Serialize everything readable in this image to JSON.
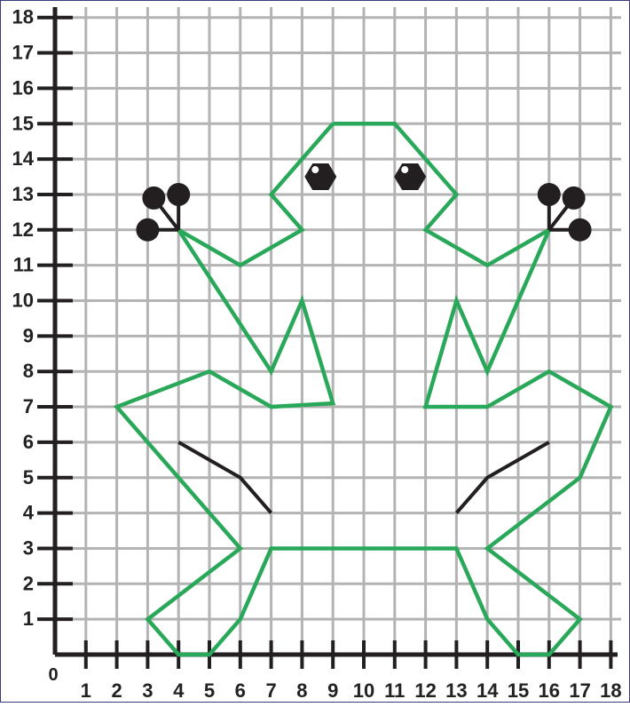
{
  "chart_data": {
    "type": "coordinate-grid-picture",
    "xlim": [
      0,
      18
    ],
    "ylim": [
      0,
      18
    ],
    "origin_label": "0",
    "x_ticks": [
      "1",
      "2",
      "3",
      "4",
      "5",
      "6",
      "7",
      "8",
      "9",
      "10",
      "11",
      "12",
      "13",
      "14",
      "15",
      "16",
      "17",
      "18"
    ],
    "y_ticks": [
      "1",
      "2",
      "3",
      "4",
      "5",
      "6",
      "7",
      "8",
      "9",
      "10",
      "11",
      "12",
      "13",
      "14",
      "15",
      "16",
      "17",
      "18"
    ],
    "colors": {
      "grid": "#b3b3b3",
      "axis": "#231f20",
      "outline": "#2aa85a",
      "detail": "#231f20"
    },
    "body_outline": [
      [
        9,
        15
      ],
      [
        11,
        15
      ],
      [
        13,
        13
      ],
      [
        12,
        12
      ],
      [
        14,
        11
      ],
      [
        16,
        12
      ],
      [
        14,
        8
      ],
      [
        13,
        10
      ],
      [
        12,
        7
      ],
      [
        14,
        7
      ],
      [
        16,
        8
      ],
      [
        18,
        7
      ],
      [
        17,
        5
      ],
      [
        14,
        3
      ],
      [
        17,
        1
      ],
      [
        16,
        0
      ],
      [
        15,
        0
      ],
      [
        14,
        1
      ],
      [
        13,
        3
      ],
      [
        7,
        3
      ],
      [
        6,
        1
      ],
      [
        5,
        0
      ],
      [
        4,
        0
      ],
      [
        3,
        1
      ],
      [
        6,
        3
      ],
      [
        2,
        7
      ],
      [
        5,
        8
      ],
      [
        7,
        7
      ],
      [
        9,
        7.1
      ],
      [
        8,
        10
      ],
      [
        7,
        8
      ],
      [
        4,
        12
      ],
      [
        6,
        11
      ],
      [
        8,
        12
      ],
      [
        7,
        13
      ],
      [
        9,
        15
      ]
    ],
    "leg_lines": [
      [
        [
          4,
          6
        ],
        [
          6,
          5
        ],
        [
          7,
          4
        ]
      ],
      [
        [
          13,
          4
        ],
        [
          14,
          5
        ],
        [
          16,
          6
        ]
      ]
    ],
    "toe_sticks": [
      [
        [
          4,
          12
        ],
        [
          3,
          12
        ]
      ],
      [
        [
          4,
          12
        ],
        [
          4,
          13
        ]
      ],
      [
        [
          4,
          12
        ],
        [
          3.2,
          12.9
        ]
      ],
      [
        [
          16,
          12
        ],
        [
          17,
          12
        ]
      ],
      [
        [
          16,
          12
        ],
        [
          16,
          13
        ]
      ],
      [
        [
          16,
          12
        ],
        [
          16.8,
          12.9
        ]
      ]
    ],
    "toe_dots": [
      [
        3,
        12
      ],
      [
        3.2,
        12.9
      ],
      [
        4,
        13
      ],
      [
        16,
        13
      ],
      [
        16.8,
        12.9
      ],
      [
        17,
        12
      ]
    ],
    "eyes": [
      [
        8.6,
        13.5
      ],
      [
        11.5,
        13.5
      ]
    ]
  }
}
